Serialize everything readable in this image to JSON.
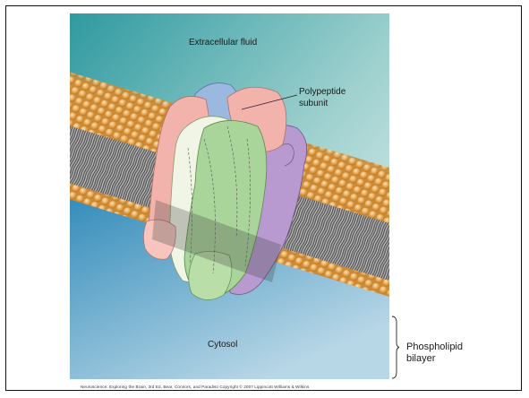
{
  "labels": {
    "extracellular": "Extracellular fluid",
    "cytosol": "Cytosol",
    "polypeptide_line1": "Polypeptide",
    "polypeptide_line2": "subunit",
    "phospholipid_line1": "Phospholipid",
    "phospholipid_line2": "bilayer"
  },
  "credit": "Neuroscience: Exploring the Brain, 3rd Ed, Bear, Connors, and Paradiso Copyright © 2007 Lippincott Williams & Wilkins",
  "colors": {
    "extracellular_top": "#2f9aa0",
    "extracellular_bottom": "#e9f4f2",
    "cytosol_top": "#1d7fb3",
    "cytosol_bottom": "#b7d6e6",
    "lipid_head": "#e6a24a",
    "lipid_tail": "#8a8a8a",
    "subunit_pink": "#f3b3ad",
    "subunit_blue": "#9ab8e0",
    "subunit_green": "#a9d59a",
    "subunit_cream": "#f1f5e6",
    "subunit_purple": "#b89ad0"
  }
}
